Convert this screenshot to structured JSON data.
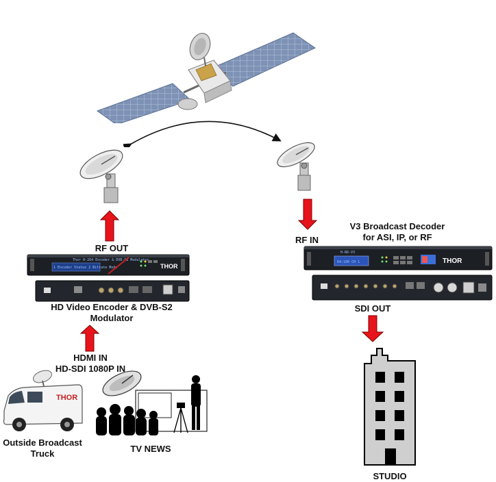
{
  "labels": {
    "rf_out": "RF OUT",
    "rf_in": "RF IN",
    "decoder_title_line1": "V3 Broadcast Decoder",
    "decoder_title_line2": "for ASI, IP, or RF",
    "encoder_line1": "HD Video Encoder & DVB-S2",
    "encoder_line2": "Modulator",
    "hdmi_line1": "HDMI IN",
    "hdmi_line2": "HD-SDI 1080P IN",
    "sdi_out": "SDI OUT",
    "ob_line1": "Outside Broadcast",
    "ob_line2": "Truck",
    "tv_news": "TV NEWS",
    "studio": "STUDIO"
  },
  "brand": {
    "logo": "THOR",
    "encoder_panel_text": "Thor H-264 Encoder & DVB-S2 Modulator",
    "encoder_display": "1 Encoder Status   2 Bitrate Mode",
    "decoder_panel_text": "H-RD-V3",
    "decoder_display": "04:100 CH 1"
  },
  "colors": {
    "arrow_red": "#e8141b",
    "arrow_stroke": "#7a0000",
    "rack_dark": "#1c1f24",
    "solar_panel": "#7d92b5",
    "building_grey": "#cfcfcf"
  },
  "icons": {
    "satellite": "satellite-icon",
    "uplink_dish": "uplink-dish-icon",
    "downlink_dish": "downlink-dish-icon",
    "encoder": "encoder-rack-icon",
    "decoder": "decoder-rack-icon",
    "truck": "ob-truck-icon",
    "news": "tv-news-icon",
    "building": "studio-building-icon"
  }
}
